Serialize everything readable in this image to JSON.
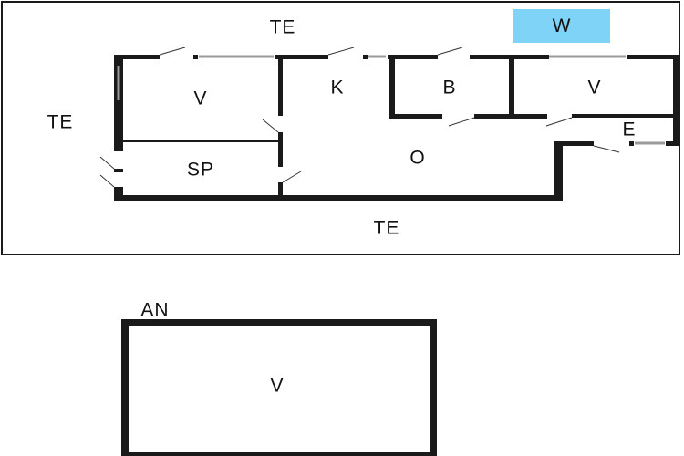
{
  "plan": {
    "colors": {
      "wall": "#1a1a1a",
      "window": "#9a9a9a",
      "badge": "#7fd3f7",
      "background": "#ffffff"
    },
    "labels": {
      "terrace_top": "TE",
      "terrace_left": "TE",
      "terrace_bottom": "TE",
      "bedroom_left": "V",
      "storage": "SP",
      "kitchen": "K",
      "bathroom": "B",
      "bedroom_right": "V",
      "entrance": "E",
      "living_area": "O",
      "annex": "AN",
      "annex_bedroom": "V",
      "badge": "W"
    }
  }
}
